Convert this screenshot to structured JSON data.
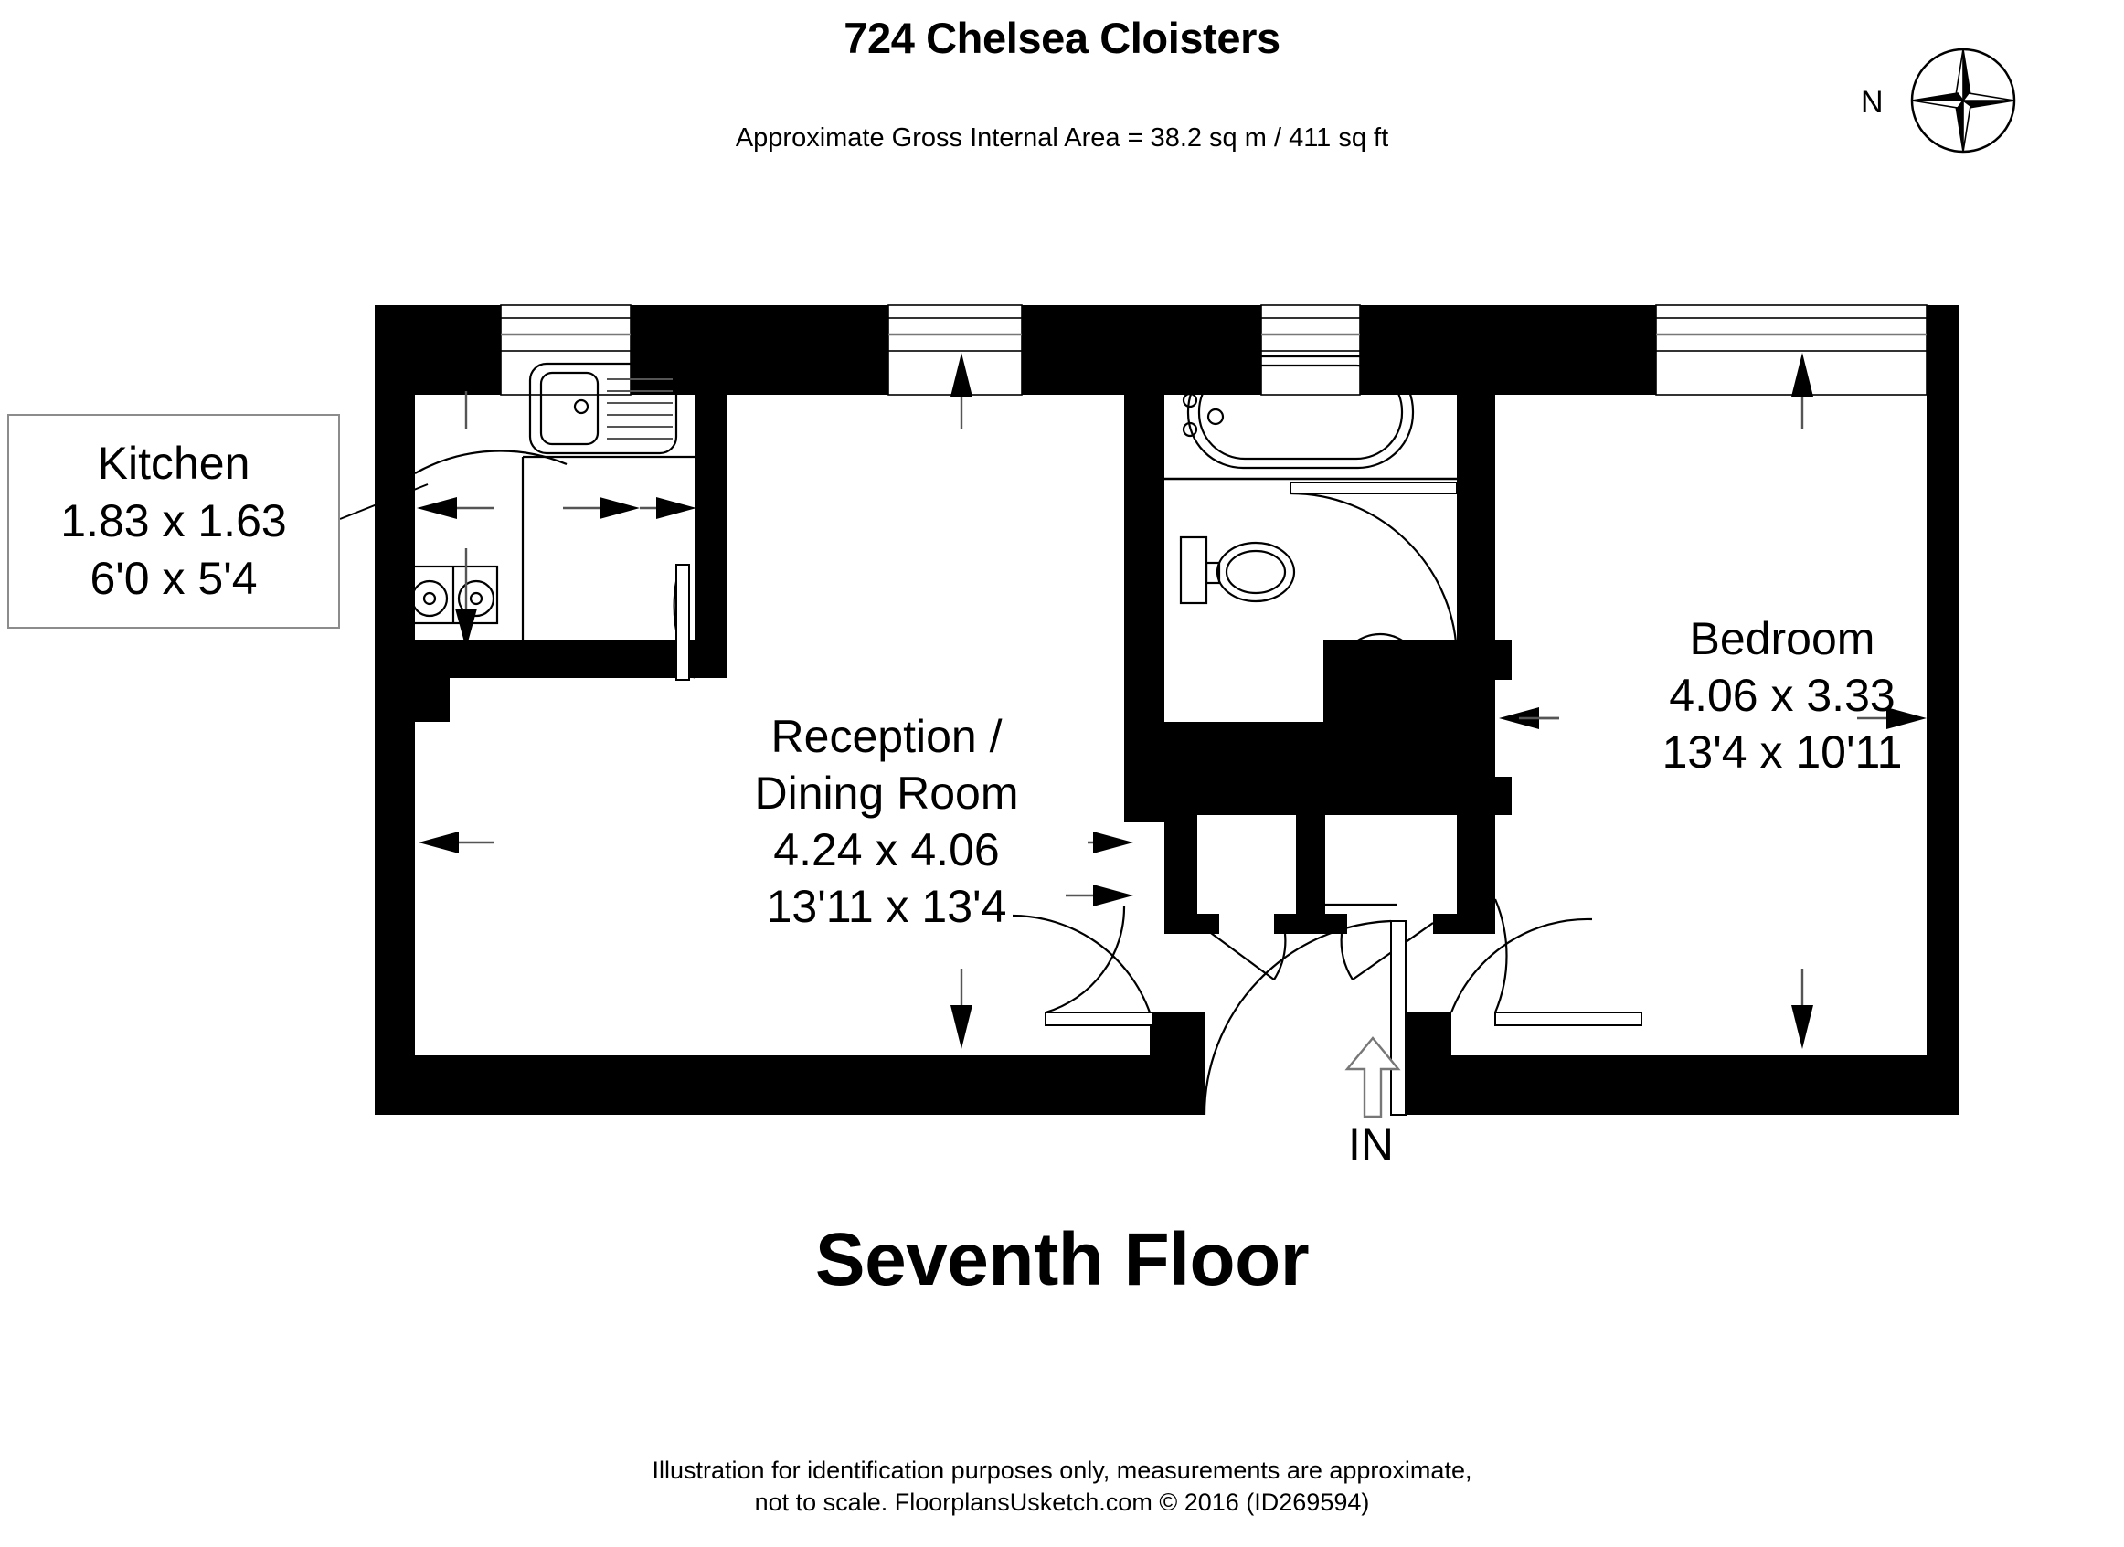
{
  "header": {
    "title": "724 Chelsea Cloisters",
    "subtitle": "Approximate Gross Internal Area = 38.2 sq m / 411 sq ft"
  },
  "compass": {
    "label": "N",
    "icon": "compass-rose-icon"
  },
  "rooms": {
    "kitchen": {
      "name": "Kitchen",
      "metric": "1.83 x 1.63",
      "imperial": "6'0 x 5'4"
    },
    "reception": {
      "name_line1": "Reception /",
      "name_line2": "Dining Room",
      "metric": "4.24 x 4.06",
      "imperial": "13'11 x 13'4"
    },
    "bedroom": {
      "name": "Bedroom",
      "metric": "4.06 x 3.33",
      "imperial": "13'4 x 10'11"
    }
  },
  "entrance": {
    "label": "IN",
    "icon": "entrance-arrow-icon"
  },
  "floor": {
    "label": "Seventh Floor"
  },
  "footer": {
    "line1": "Illustration for identification purposes only, measurements are approximate,",
    "line2": "not to scale. FloorplansUsketch.com © 2016 (ID269594)"
  },
  "colors": {
    "wall": "#000000",
    "background": "#ffffff",
    "fixture_stroke": "#000000",
    "callout_border": "#8c8c8c"
  }
}
